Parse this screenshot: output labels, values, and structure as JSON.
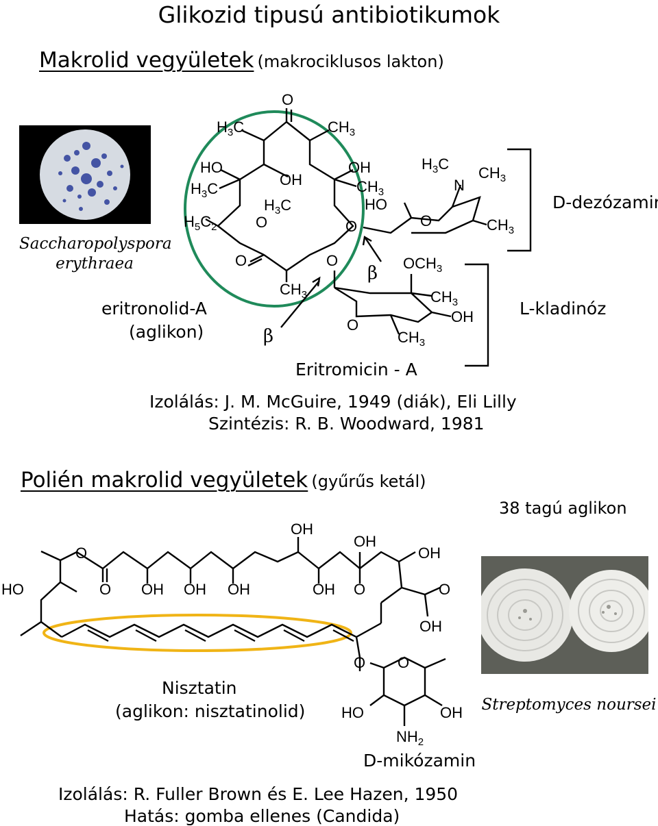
{
  "title": "Glikozid tipusú antibiotikumok",
  "section1": {
    "heading": "Makrolid vegyületek",
    "heading_note": "(makrociklusos lakton)",
    "photo_caption_line1": "Saccharopolyspora",
    "photo_caption_line2": "erythraea",
    "aglikon_label": "eritronolid-A",
    "aglikon_note": "(aglikon)",
    "sugar1_label": "D-dezózamin",
    "sugar2_label": "L-kladinóz",
    "beta_symbol": "β",
    "compound_name": "Eritromicin - A",
    "isolation": "Izolálás: J. M. McGuire, 1949 (diák), Eli Lilly",
    "synthesis": "Szintézis: R. B. Woodward, 1981",
    "colors": {
      "ring_circle": "#1f8a5a",
      "bracket": "#d0283a",
      "arrow": "#d0283a"
    }
  },
  "section2": {
    "heading": "Polién makrolid vegyületek",
    "heading_note": "(gyűrűs ketál)",
    "ring_size_label": "38 tagú aglikon",
    "compound_name": "Nisztatin",
    "compound_note": "(aglikon: nisztatinolid)",
    "sugar_label": "D-mikózamin",
    "photo_caption": "Streptomyces noursei",
    "isolation": "Izolálás: R. Fuller Brown és E. Lee Hazen, 1950",
    "effect": "Hatás: gomba ellenes (Candida)",
    "colors": {
      "polyene_ellipse": "#f0b416"
    }
  }
}
